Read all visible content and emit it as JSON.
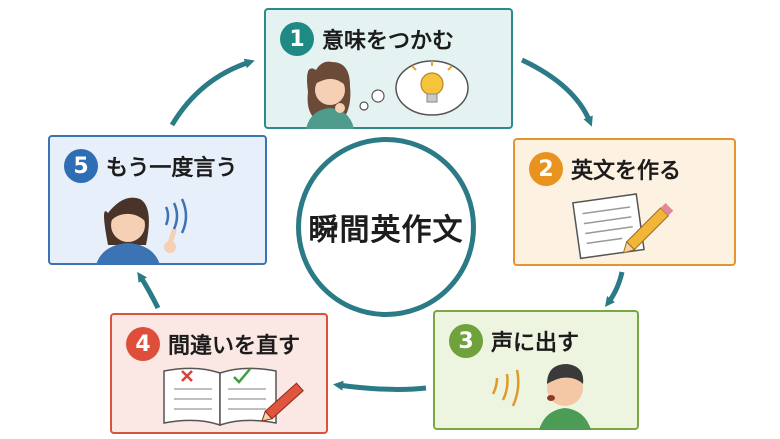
{
  "center": {
    "label": "瞬間英作文"
  },
  "steps": [
    {
      "number": "1",
      "label": "意味をつかむ",
      "color": "#1f8a84",
      "illustration": "thinking-person-with-lightbulb"
    },
    {
      "number": "2",
      "label": "英文を作る",
      "color": "#e8931f",
      "illustration": "paper-and-pencil"
    },
    {
      "number": "3",
      "label": "声に出す",
      "color": "#6fa23a",
      "illustration": "speaking-boy"
    },
    {
      "number": "4",
      "label": "間違いを直す",
      "color": "#dd4f3a",
      "illustration": "notebook-with-marks"
    },
    {
      "number": "5",
      "label": "もう一度言う",
      "color": "#2f6db5",
      "illustration": "speaking-woman"
    }
  ],
  "arrow_color": "#2b7b86"
}
